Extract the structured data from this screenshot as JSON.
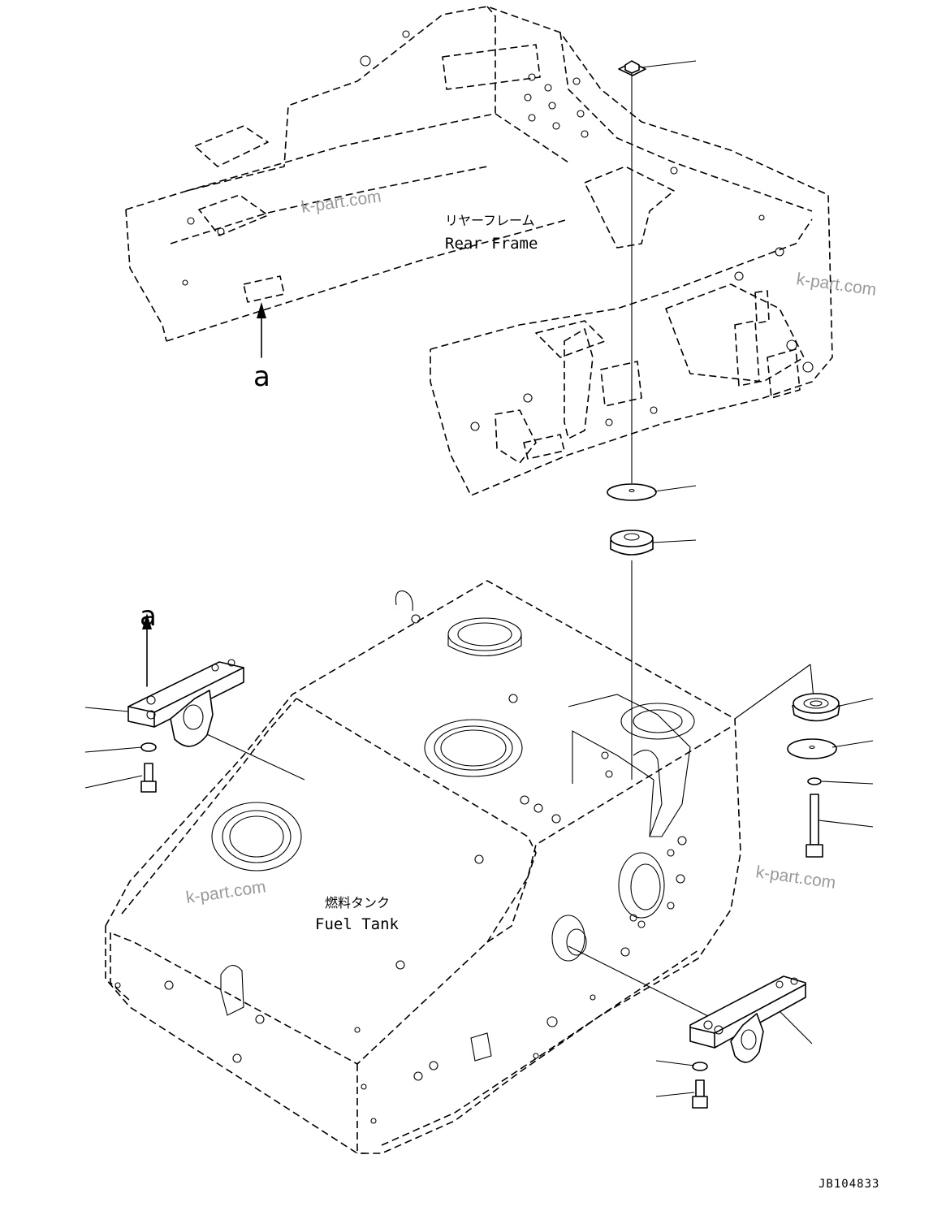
{
  "diagram": {
    "rear_frame": {
      "label_jp": "リヤーフレーム",
      "label_en": "Rear Frame"
    },
    "fuel_tank": {
      "label_jp": "燃料タンク",
      "label_en": "Fuel Tank"
    },
    "view_marker_top": "a",
    "view_marker_left": "a",
    "watermarks": [
      "k-part.com",
      "k-part.com",
      "k-part.com",
      "k-part.com"
    ],
    "drawing_code": "JB104833"
  }
}
